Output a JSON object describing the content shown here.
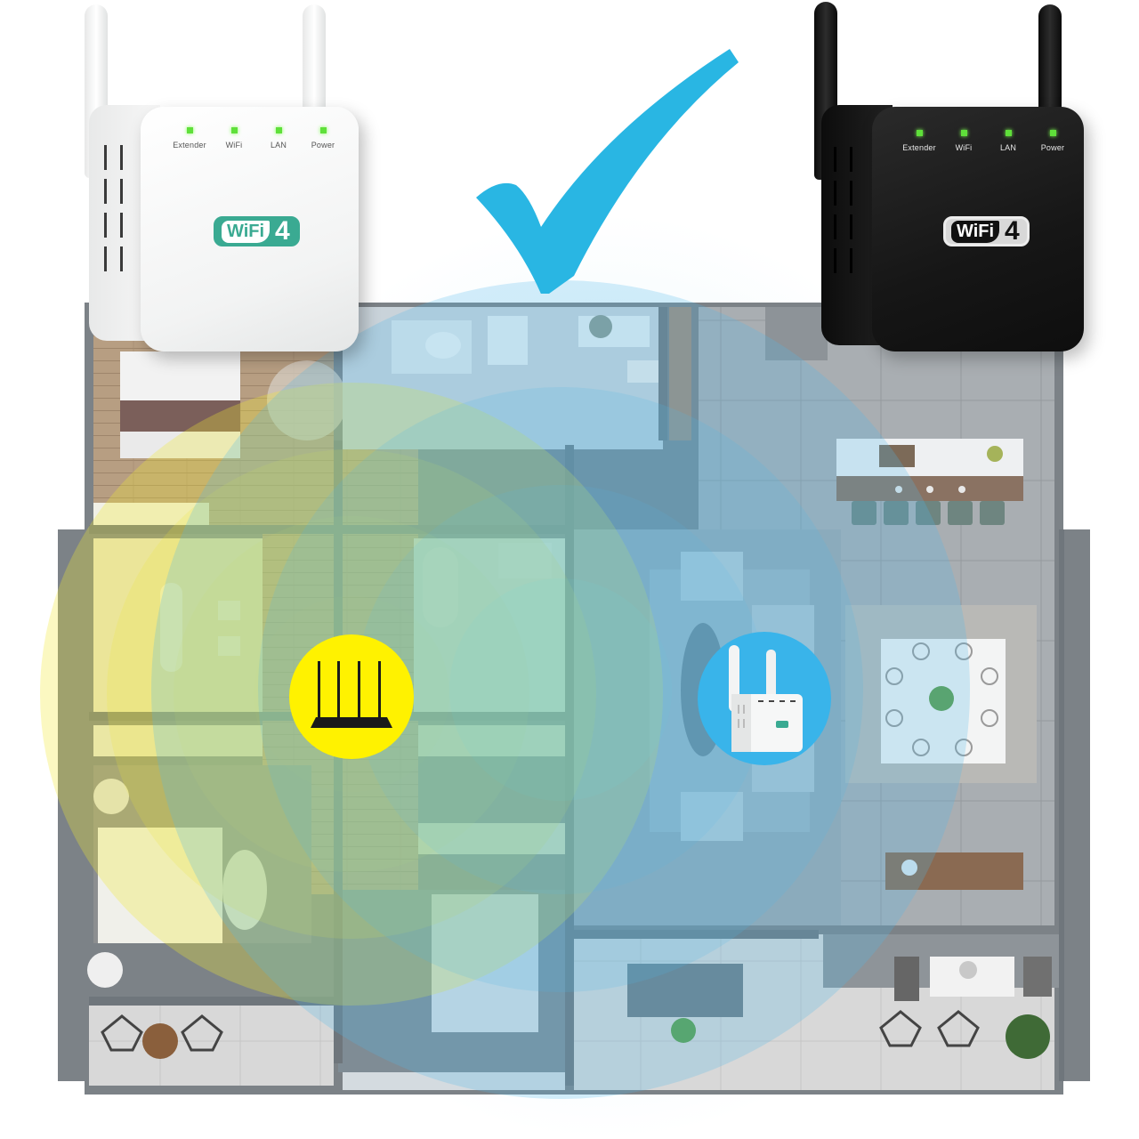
{
  "scene": {
    "description": "WiFi range extender coverage illustration over apartment floor plan",
    "background_color": "#ffffff"
  },
  "products": {
    "white_extender": {
      "color": "#f4f5f5",
      "badge_color": "#3aaa92",
      "badge_text": "WiFi",
      "badge_generation": "4",
      "led_color": "#5fe03a",
      "indicators": [
        {
          "label": "Extender"
        },
        {
          "label": "WiFi"
        },
        {
          "label": "LAN"
        },
        {
          "label": "Power"
        }
      ]
    },
    "black_extender": {
      "color": "#161616",
      "badge_color": "#d8d8d8",
      "badge_text": "WiFi",
      "badge_generation": "4",
      "led_color": "#5fe03a",
      "indicators": [
        {
          "label": "Extender"
        },
        {
          "label": "WiFi"
        },
        {
          "label": "LAN"
        },
        {
          "label": "Power"
        }
      ]
    }
  },
  "checkmark": {
    "icon": "checkmark-icon",
    "color": "#29b6e3"
  },
  "coverage": {
    "router": {
      "icon": "router-icon",
      "badge_color": "#fff200",
      "signal_color": "#f2ee3c",
      "rings": 3
    },
    "extender": {
      "icon": "extender-icon",
      "badge_color": "#39b4ea",
      "signal_color": "#4fb8e8",
      "rings": 3
    }
  },
  "floorplan": {
    "rooms": [
      "bedroom-top-left",
      "bathroom-left",
      "bedroom-bottom-left",
      "balcony-bottom-left",
      "bathroom-top-center",
      "bathroom-center",
      "bedroom-bottom-center",
      "living-room",
      "kitchen-bar",
      "dining-area",
      "terrace-bottom-right"
    ],
    "floor_color": "#9aa0a4",
    "wall_color": "#6f767c"
  }
}
